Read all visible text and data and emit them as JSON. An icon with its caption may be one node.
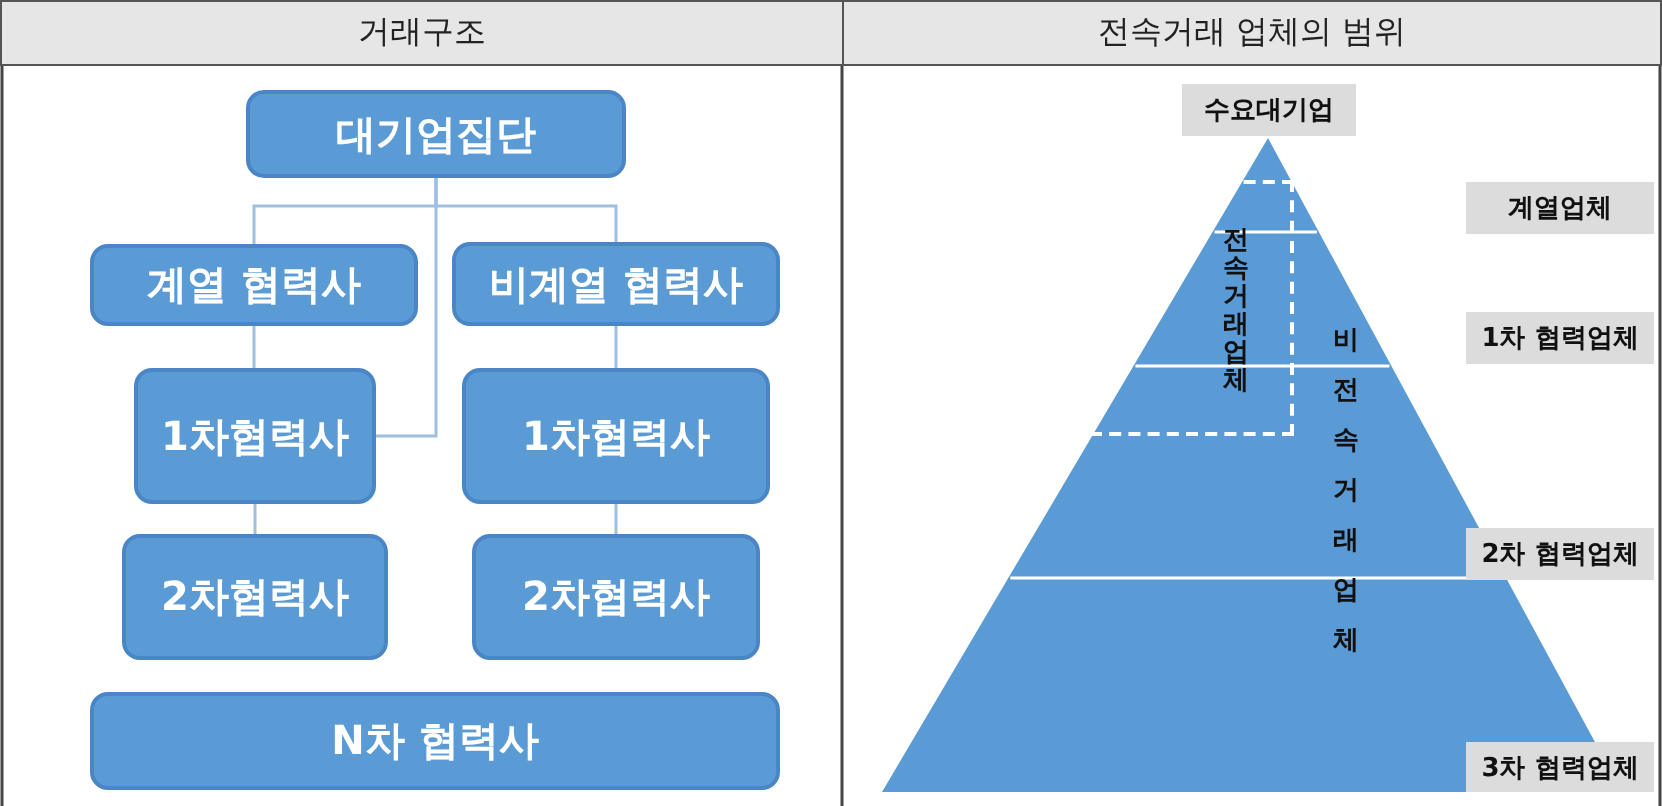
{
  "diagram": {
    "nodes": [
      {
        "text": [
          "대기업집단"
        ]
      },
      {
        "text": [
          "계열 협력사"
        ]
      },
      {
        "text": [
          "비계열 협력사"
        ]
      },
      {
        "text": [
          "1차협력사"
        ]
      },
      {
        "text": [
          "1차협력사"
        ]
      },
      {
        "text": [
          "2차협력사"
        ]
      },
      {
        "text": [
          "2차협력사"
        ]
      },
      {
        "text": [
          "N차 협력사"
        ]
      },
      {
        "text": [
          "수요대기업"
        ]
      },
      {
        "text": [
          "계열업체"
        ]
      },
      {
        "text": [
          "전속거래업체"
        ]
      },
      {
        "text": [
          "1차 협력업체"
        ]
      },
      {
        "text": [
          "2차 협력업체"
        ]
      },
      {
        "text": [
          "3차 협력업체"
        ]
      }
    ],
    "edges": [
      {
        "from": 0,
        "to": 1,
        "arrow": "none"
      },
      {
        "from": 0,
        "to": 2,
        "arrow": "none"
      },
      {
        "from": 0,
        "to": 3,
        "arrow": "none"
      },
      {
        "from": 1,
        "to": 3,
        "arrow": "none"
      },
      {
        "from": 2,
        "to": 4,
        "arrow": "none"
      },
      {
        "from": 3,
        "to": 5,
        "arrow": "none"
      },
      {
        "from": 4,
        "to": 6,
        "arrow": "none"
      }
    ],
    "labels": [
      "거래구조",
      "전속거래 업체의 범위",
      "비전속거래업체"
    ]
  }
}
